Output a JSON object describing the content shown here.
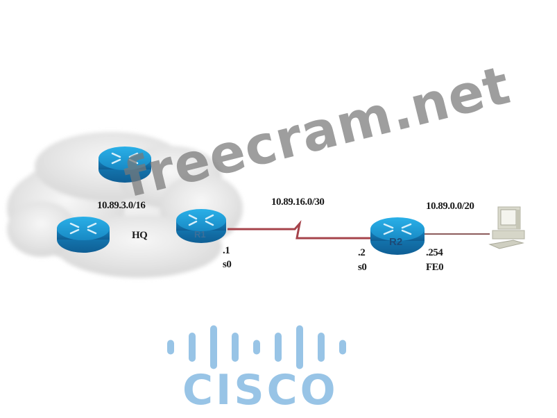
{
  "diagram": {
    "hq_cloud": {
      "name": "HQ",
      "network": "10.89.3.0/16"
    },
    "routers": [
      {
        "id": "hq-top",
        "label": ""
      },
      {
        "id": "hq-left",
        "label": ""
      },
      {
        "id": "r1",
        "label": "R1"
      },
      {
        "id": "r2",
        "label": "R2"
      }
    ],
    "links": [
      {
        "name": "serial-link",
        "network": "10.89.16.0/30",
        "a_end": {
          "host": ".1",
          "interface": "s0"
        },
        "b_end": {
          "host": ".2",
          "interface": "s0"
        }
      },
      {
        "name": "lan-link",
        "network": "10.89.0.0/20",
        "a_end": {
          "host": ".254",
          "interface": "FE0"
        }
      }
    ],
    "pc": {
      "icon": "desktop-pc-icon"
    }
  },
  "watermark": "freecram.net",
  "logo": {
    "text": "CISCO",
    "bars_relative_heights": [
      1,
      2,
      3,
      2,
      1,
      2,
      3,
      2,
      1
    ]
  },
  "colors": {
    "router_blue": "#1c9ad6",
    "serial_line": "#a6434b",
    "cisco_blue": "#98c4e6",
    "cloud_gray": "#e6e6e6"
  }
}
